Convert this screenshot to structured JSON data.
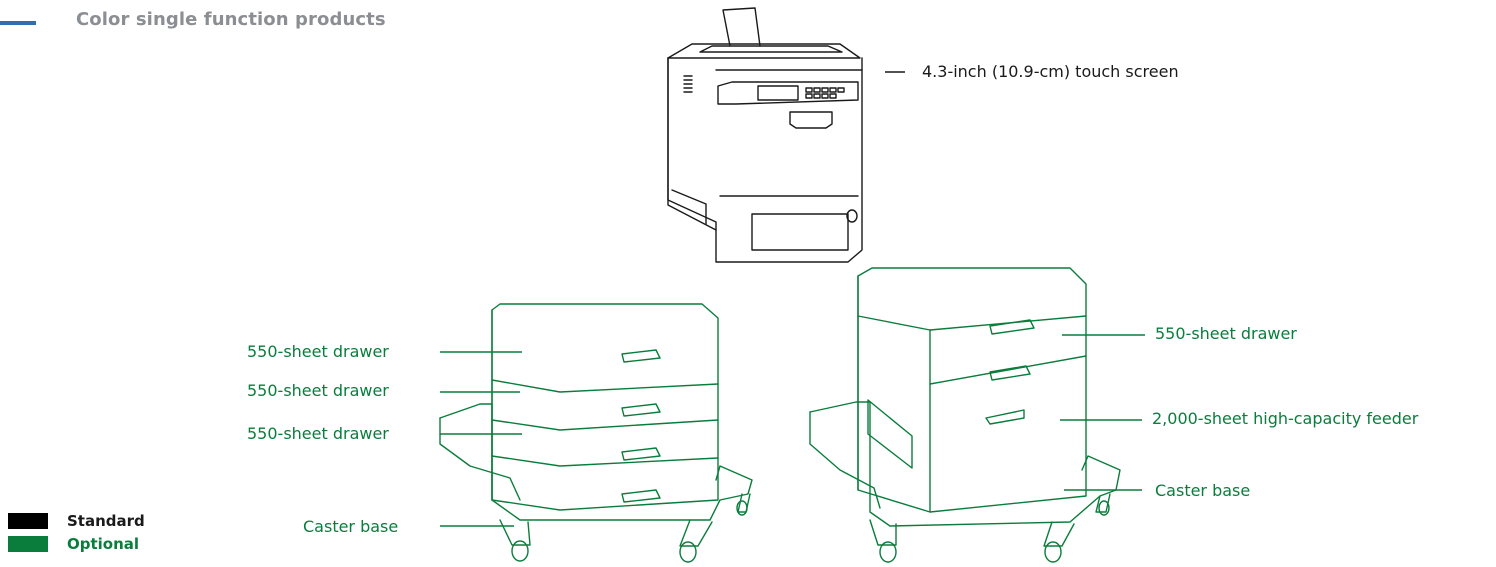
{
  "header": {
    "title": "Color single function products",
    "accent_color": "#2f6db5"
  },
  "colors": {
    "standard": "#000000",
    "optional": "#0a7d3c"
  },
  "callouts": {
    "printer": "4.3-inch (10.9-cm) touch screen",
    "left_drawer_1": "550-sheet drawer",
    "left_drawer_2": "550-sheet drawer",
    "left_drawer_3": "550-sheet drawer",
    "left_caster": "Caster base",
    "right_drawer": "550-sheet drawer",
    "right_feeder": "2,000-sheet high-capacity feeder",
    "right_caster": "Caster base"
  },
  "legend": {
    "standard": "Standard",
    "optional": "Optional"
  }
}
